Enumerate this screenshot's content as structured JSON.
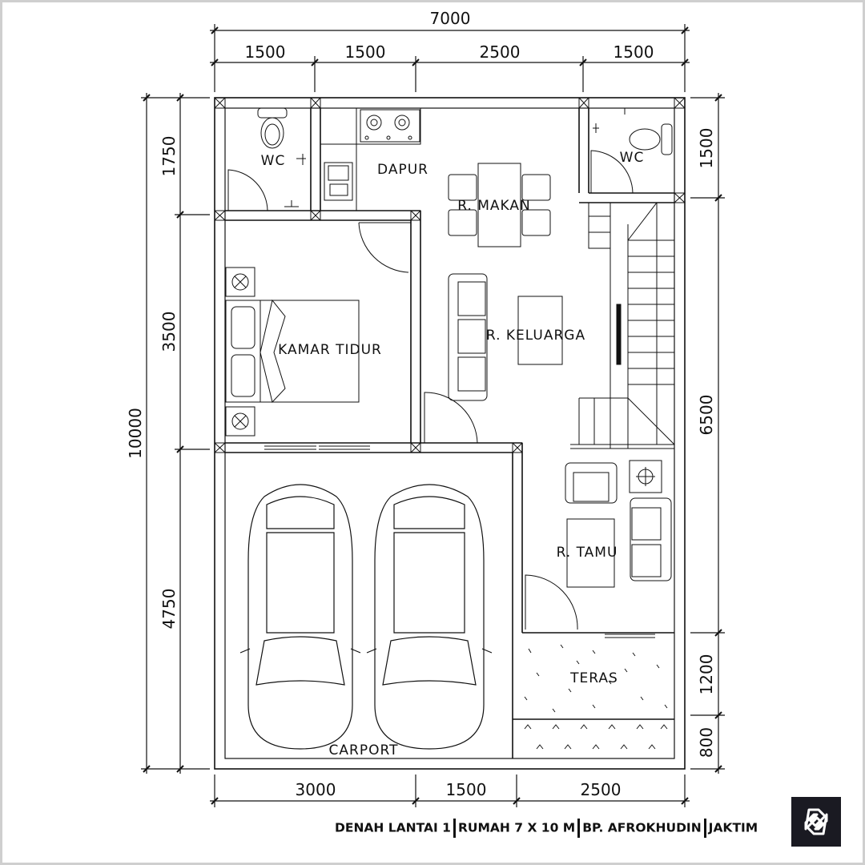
{
  "dimensions": {
    "top_total": "7000",
    "top_segments": [
      "1500",
      "1500",
      "2500",
      "1500"
    ],
    "left_total": "10000",
    "left_segments": [
      "1750",
      "3500",
      "4750"
    ],
    "right_segments": [
      "1500",
      "6500",
      "1200",
      "800"
    ],
    "bottom_segments": [
      "3000",
      "1500",
      "2500"
    ]
  },
  "rooms": {
    "wc_left": "WC",
    "dapur": "DAPUR",
    "makan": "R. MAKAN",
    "wc_right": "WC",
    "kamar": "KAMAR TIDUR",
    "keluarga": "R. KELUARGA",
    "tamu": "R. TAMU",
    "teras": "TERAS",
    "carport": "CARPORT"
  },
  "caption": {
    "parts": [
      "DENAH LANTAI 1",
      "RUMAH 7 X 10 M",
      "BP. AFROKHUDIN",
      "JAKTIM"
    ]
  },
  "colors": {
    "line": "#111111",
    "logo_bg": "#1a1a22"
  }
}
